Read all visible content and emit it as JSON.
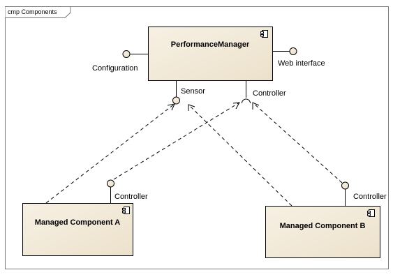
{
  "frame": {
    "label": "cmp Components"
  },
  "components": {
    "performance_manager": {
      "name": "PerformanceManager"
    },
    "managed_a": {
      "name": "Managed Component A"
    },
    "managed_b": {
      "name": "Managed Component B"
    }
  },
  "interfaces": {
    "configuration": "Configuration",
    "web_interface": "Web interface",
    "sensor": "Sensor",
    "controller_pm": "Controller",
    "controller_a": "Controller",
    "controller_b": "Controller"
  },
  "colors": {
    "component_fill": "#f3ead9",
    "component_stroke": "#000000",
    "frame_stroke": "#7a7a7a",
    "line": "#000000"
  }
}
